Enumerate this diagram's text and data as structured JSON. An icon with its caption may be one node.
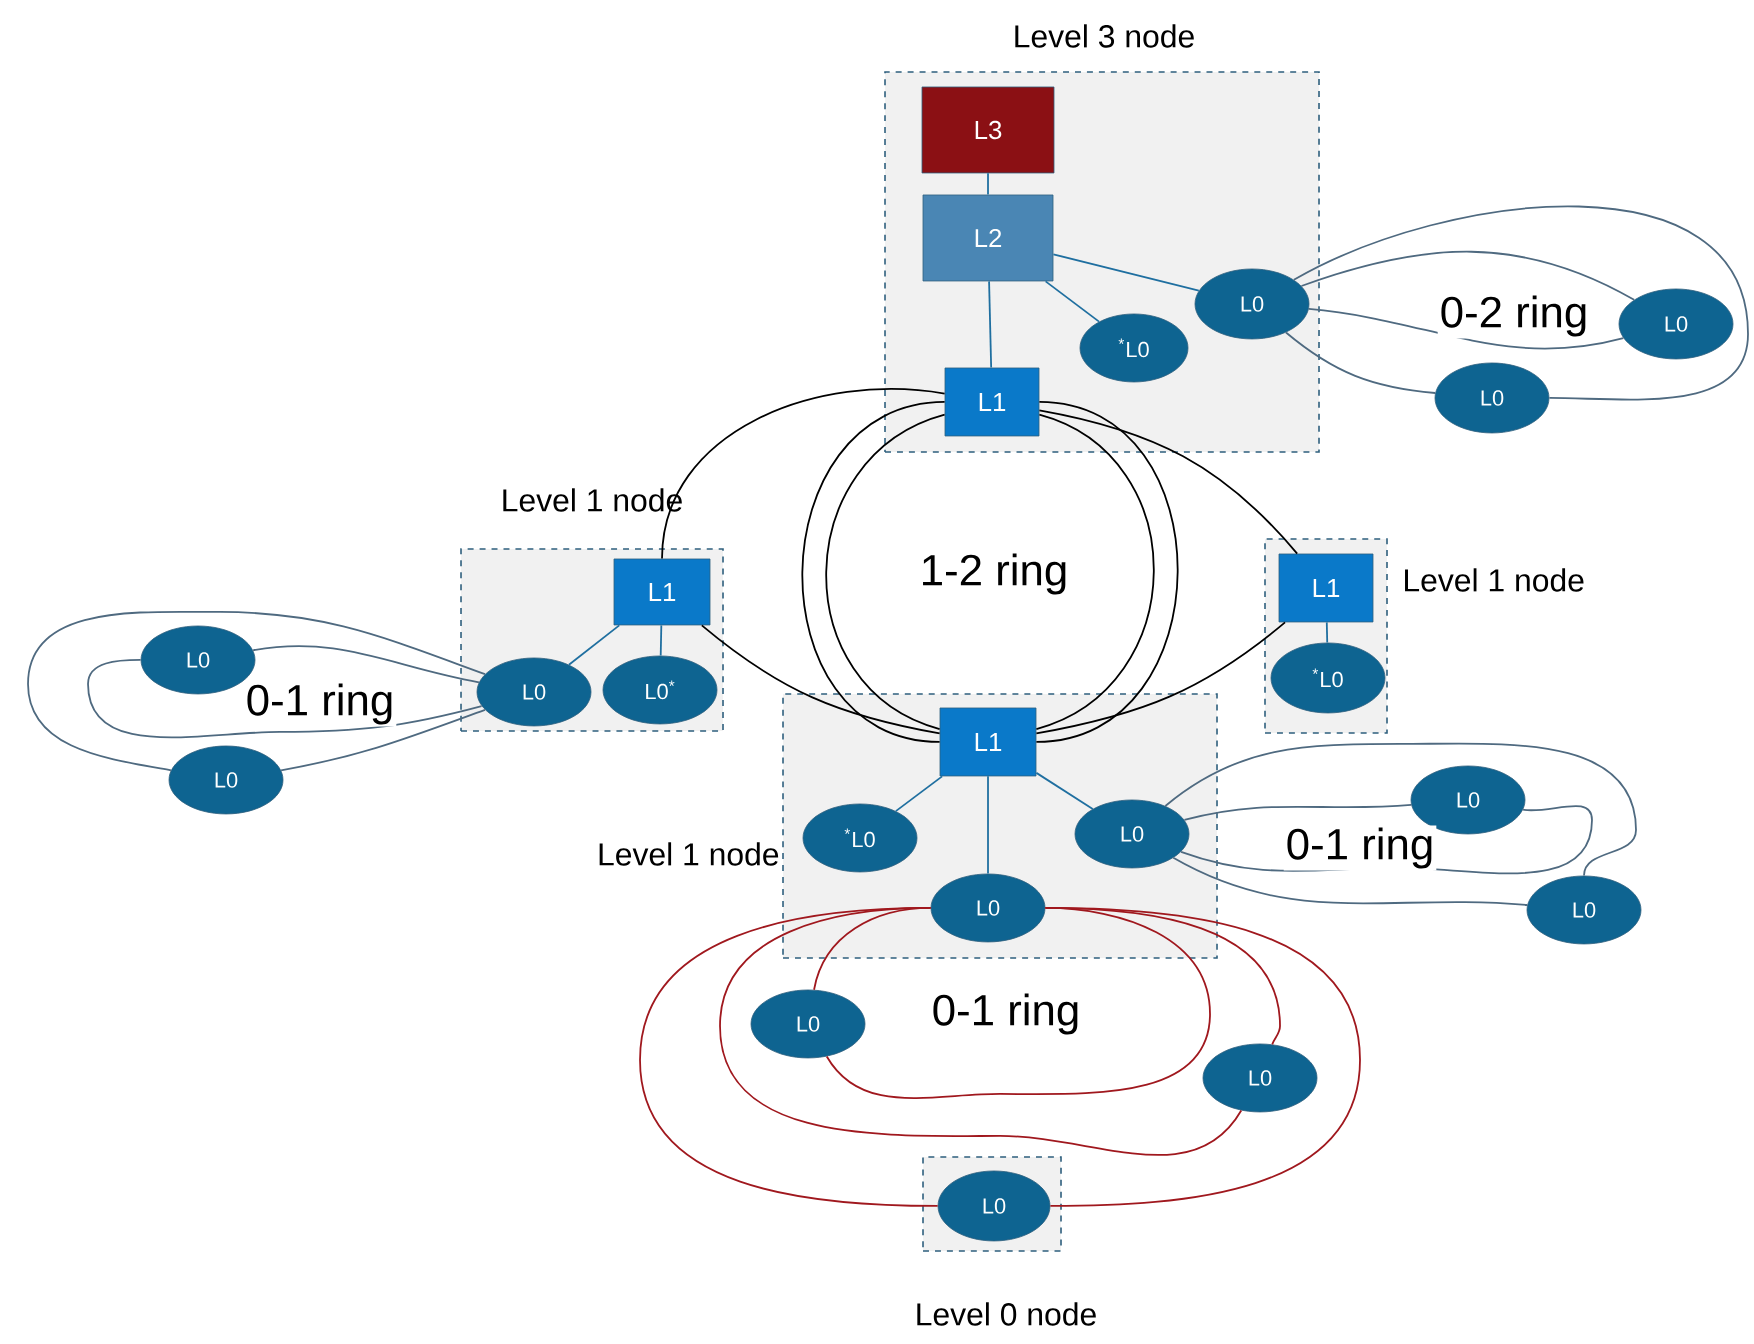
{
  "diagram": {
    "nodes": [
      {
        "text": [
          "Level 3 node"
        ]
      },
      {
        "text": [
          "L3"
        ],
        "in": 0
      },
      {
        "text": [
          "L2"
        ],
        "in": 0
      },
      {
        "text": [
          "L1"
        ],
        "in": 0
      },
      {
        "text": [
          "$^{*}$L0"
        ],
        "in": 0
      },
      {
        "text": [
          "L0"
        ],
        "in": 0
      },
      {
        "text": [
          "L0"
        ]
      },
      {
        "text": [
          "L0"
        ]
      },
      {
        "text": [
          "Level 1 node"
        ]
      },
      {
        "text": [
          "L1"
        ],
        "in": 8
      },
      {
        "text": [
          "L0"
        ],
        "in": 8
      },
      {
        "text": [
          "L0$^{*}$"
        ],
        "in": 8
      },
      {
        "text": [
          "L0"
        ]
      },
      {
        "text": [
          "L0"
        ]
      },
      {
        "text": [
          "Level 1 node"
        ]
      },
      {
        "text": [
          "L1"
        ],
        "in": 14
      },
      {
        "text": [
          "$^{*}$L0"
        ],
        "in": 14
      },
      {
        "text": [
          "Level 1 node"
        ]
      },
      {
        "text": [
          "L1"
        ],
        "in": 17
      },
      {
        "text": [
          "$^{*}$L0"
        ],
        "in": 17
      },
      {
        "text": [
          "L0"
        ],
        "in": 17
      },
      {
        "text": [
          "L0"
        ],
        "in": 17
      },
      {
        "text": [
          "L0"
        ]
      },
      {
        "text": [
          "L0"
        ]
      },
      {
        "text": [
          "L0"
        ]
      },
      {
        "text": [
          "L0"
        ]
      },
      {
        "text": [
          "Level 0 node"
        ]
      },
      {
        "text": [
          "L0"
        ],
        "in": 26
      }
    ],
    "edges": [
      {
        "from": 1,
        "to": 2,
        "arrow": "none",
        "color": "#1f6fa0"
      },
      {
        "from": 2,
        "to": 3,
        "arrow": "none",
        "color": "#1f6fa0"
      },
      {
        "from": 2,
        "to": 4,
        "arrow": "none",
        "color": "#1f6fa0"
      },
      {
        "from": 2,
        "to": 5,
        "arrow": "none",
        "color": "#1f6fa0"
      },
      {
        "from": 9,
        "to": 10,
        "arrow": "none",
        "color": "#1f6fa0"
      },
      {
        "from": 9,
        "to": 11,
        "arrow": "none",
        "color": "#1f6fa0"
      },
      {
        "from": 15,
        "to": 16,
        "arrow": "none",
        "color": "#1f6fa0"
      },
      {
        "from": 18,
        "to": 19,
        "arrow": "none",
        "color": "#1f6fa0"
      },
      {
        "from": 18,
        "to": 20,
        "arrow": "none",
        "color": "#1f6fa0"
      },
      {
        "from": 18,
        "to": 21,
        "arrow": "none",
        "color": "#1f6fa0"
      },
      {
        "from": 5,
        "to": 6,
        "arrow": "none"
      },
      {
        "from": 6,
        "to": 5,
        "arrow": "none"
      },
      {
        "from": 5,
        "to": 7,
        "arrow": "none"
      },
      {
        "from": 7,
        "to": 5,
        "arrow": "none"
      },
      {
        "from": 10,
        "to": 12,
        "arrow": "none"
      },
      {
        "from": 12,
        "to": 10,
        "arrow": "none"
      },
      {
        "from": 10,
        "to": 13,
        "arrow": "none"
      },
      {
        "from": 13,
        "to": 10,
        "arrow": "none"
      },
      {
        "from": 20,
        "to": 22,
        "arrow": "none"
      },
      {
        "from": 22,
        "to": 20,
        "arrow": "none"
      },
      {
        "from": 20,
        "to": 23,
        "arrow": "none"
      },
      {
        "from": 23,
        "to": 20,
        "arrow": "none"
      },
      {
        "from": 3,
        "to": 18,
        "arrow": "none",
        "color": "#000000"
      },
      {
        "from": 3,
        "to": 18,
        "arrow": "none",
        "color": "#000000"
      },
      {
        "from": 3,
        "to": 18,
        "arrow": "none",
        "color": "#000000"
      },
      {
        "from": 3,
        "to": 18,
        "arrow": "none",
        "color": "#000000"
      },
      {
        "from": 3,
        "to": 9,
        "arrow": "none",
        "color": "#000000"
      },
      {
        "from": 9,
        "to": 18,
        "arrow": "none",
        "color": "#000000"
      },
      {
        "from": 18,
        "to": 15,
        "arrow": "none",
        "color": "#000000"
      },
      {
        "from": 15,
        "to": 3,
        "arrow": "none",
        "color": "#000000"
      },
      {
        "from": 21,
        "to": 24,
        "arrow": "none",
        "color": "#a0181e"
      },
      {
        "from": 24,
        "to": 21,
        "arrow": "none",
        "color": "#a0181e"
      },
      {
        "from": 21,
        "to": 25,
        "arrow": "none",
        "color": "#a0181e"
      },
      {
        "from": 25,
        "to": 21,
        "arrow": "none",
        "color": "#a0181e"
      },
      {
        "from": 21,
        "to": 27,
        "arrow": "none",
        "color": "#a0181e"
      },
      {
        "from": 27,
        "to": 21,
        "arrow": "none",
        "color": "#a0181e"
      }
    ],
    "labels": [
      "0-2 ring",
      "1-2 ring",
      "0-1 ring",
      "0-1 ring",
      "0-1 ring"
    ]
  }
}
